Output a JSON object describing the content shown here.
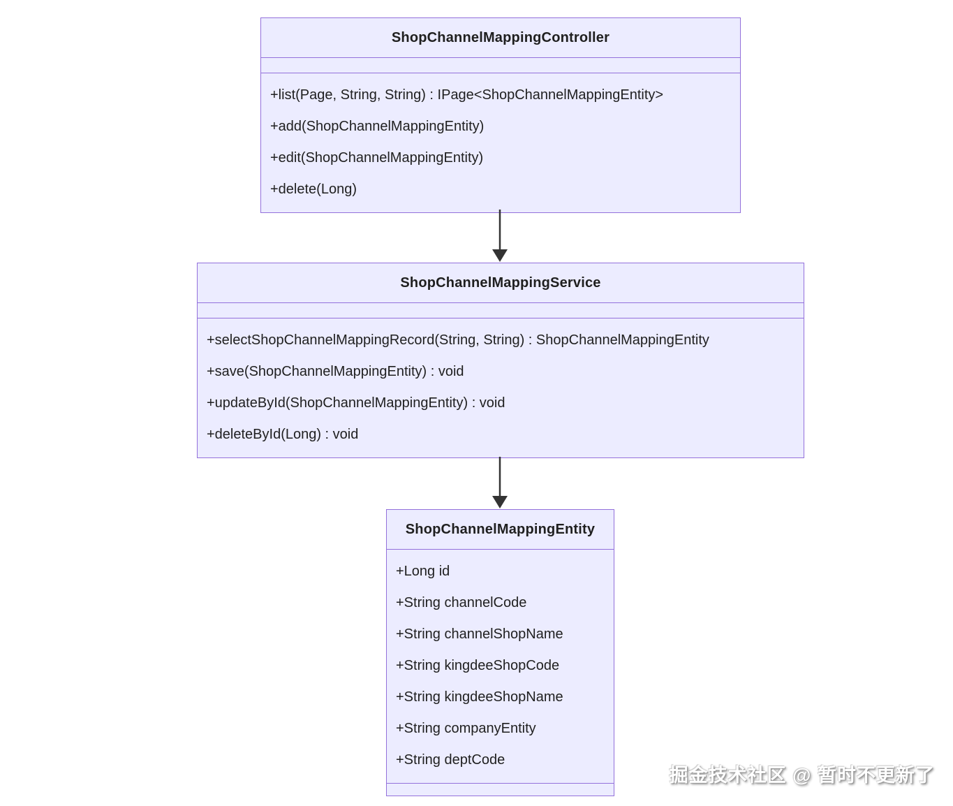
{
  "diagram": {
    "type": "uml-class-diagram",
    "classes": [
      {
        "name": "ShopChannelMappingController",
        "attributes": [],
        "methods": [
          "+list(Page, String, String) : IPage<ShopChannelMappingEntity>",
          "+add(ShopChannelMappingEntity)",
          "+edit(ShopChannelMappingEntity)",
          "+delete(Long)"
        ]
      },
      {
        "name": "ShopChannelMappingService",
        "attributes": [],
        "methods": [
          "+selectShopChannelMappingRecord(String, String) : ShopChannelMappingEntity",
          "+save(ShopChannelMappingEntity) : void",
          "+updateById(ShopChannelMappingEntity) : void",
          "+deleteById(Long) : void"
        ]
      },
      {
        "name": "ShopChannelMappingEntity",
        "attributes": [
          "+Long id",
          "+String channelCode",
          "+String channelShopName",
          "+String kingdeeShopCode",
          "+String kingdeeShopName",
          "+String companyEntity",
          "+String deptCode"
        ],
        "methods": []
      }
    ],
    "edges": [
      {
        "from": "ShopChannelMappingController",
        "to": "ShopChannelMappingService",
        "style": "solid-arrow"
      },
      {
        "from": "ShopChannelMappingService",
        "to": "ShopChannelMappingEntity",
        "style": "solid-arrow"
      }
    ],
    "colors": {
      "class_fill": "#ECECFF",
      "class_border": "#9370DB",
      "text": "#1f1f1f",
      "arrow": "#333333",
      "background": "#ffffff"
    }
  },
  "watermark": {
    "text": "掘金技术社区 @ 暂时不更新了"
  }
}
